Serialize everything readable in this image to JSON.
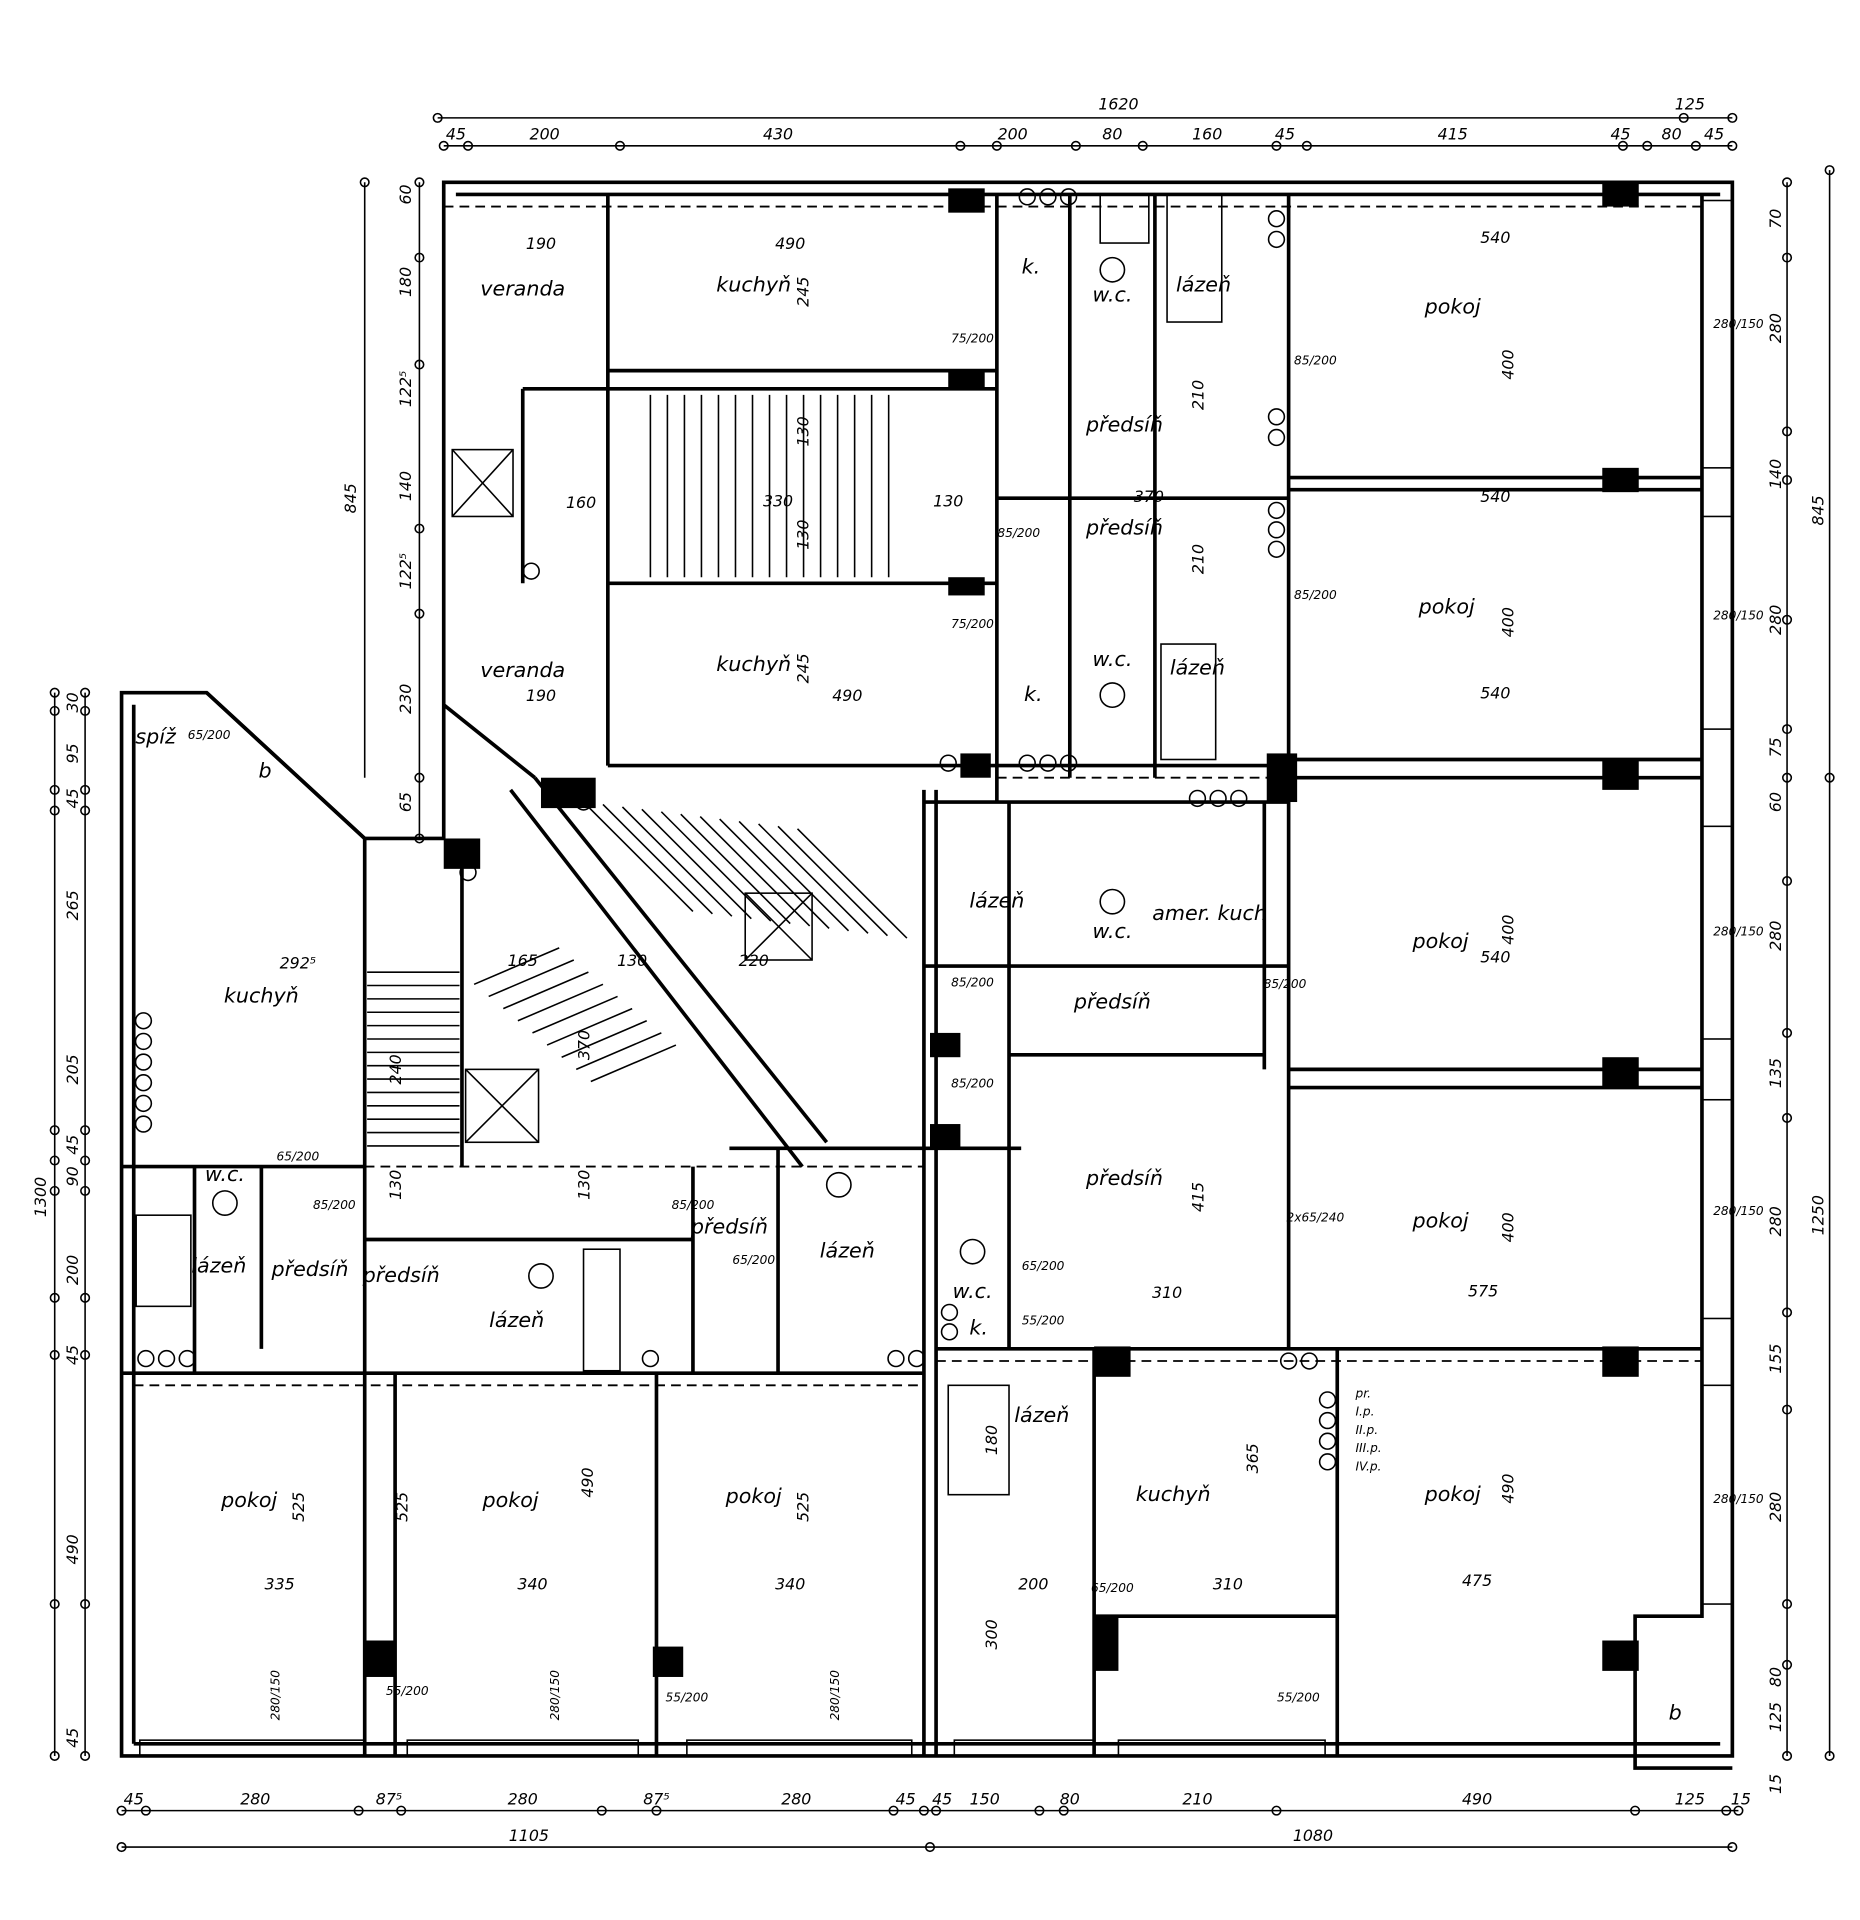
{
  "rooms": [
    "veranda",
    "kuchyň",
    "k.",
    "w.c.",
    "lázeň",
    "pokoj",
    "předsíň",
    "předsíň",
    "pokoj",
    "veranda",
    "kuchyň",
    "w.c.",
    "k.",
    "lázeň",
    "spíž",
    "kuchyň",
    "lázeň",
    "amer. kuch",
    "w.c.",
    "pokoj",
    "předsíň",
    "předsíň",
    "pokoj",
    "w.c.",
    "lázeň",
    "předsíň",
    "předsíň",
    "lázeň",
    "předsíň",
    "lázeň",
    "w.c.",
    "k.",
    "lázeň",
    "kuchyň",
    "pokoj",
    "pokoj",
    "pokoj",
    "pokoj",
    "b",
    "b"
  ],
  "dimensions": {
    "top_total": "1620",
    "top_right": "125",
    "top_row": [
      "45",
      "200",
      "430",
      "200",
      "80",
      "160",
      "45",
      "415",
      "45",
      "80",
      "45"
    ],
    "bottom_row": [
      "45",
      "280",
      "87⁵",
      "280",
      "87⁵",
      "280",
      "45",
      "45",
      "150",
      "80",
      "210",
      "490",
      "125",
      "15"
    ],
    "bottom_total": [
      "1105",
      "1080"
    ],
    "left_outer": "1300",
    "left_col": [
      "30",
      "95",
      "45",
      "265",
      "205",
      "45",
      "90",
      "200",
      "45",
      "490",
      "45"
    ],
    "upper_left_total": "845",
    "upper_left_col": [
      "60",
      "180",
      "122⁵",
      "140",
      "122⁵",
      "230",
      "65"
    ],
    "right_col": [
      "70",
      "280",
      "140",
      "280",
      "75",
      "60",
      "280",
      "135",
      "280",
      "155",
      "280",
      "80",
      "125",
      "15"
    ],
    "right_outer": [
      "845",
      "1250"
    ],
    "windows_right": [
      "280/150",
      "280/150",
      "280/150",
      "280/150",
      "280/150"
    ],
    "windows_bottom": [
      "280/150",
      "280/150",
      "280/150"
    ],
    "interior": [
      "190",
      "490",
      "540",
      "540",
      "540",
      "540",
      "575",
      "475",
      "335",
      "340",
      "340",
      "200",
      "310",
      "310",
      "330",
      "160",
      "130",
      "370",
      "190",
      "490",
      "292⁵",
      "400",
      "400",
      "400",
      "400",
      "490",
      "525",
      "525",
      "490",
      "525",
      "365",
      "415",
      "245",
      "245",
      "130",
      "130",
      "210",
      "210",
      "165",
      "130",
      "220",
      "370",
      "240",
      "130",
      "130",
      "300",
      "180"
    ],
    "doors": [
      "85/200",
      "85/200",
      "85/200",
      "2x65/240",
      "85/200",
      "85/200",
      "85/200",
      "75/200",
      "75/200",
      "65/200",
      "65/200",
      "85/200",
      "85/200",
      "65/200",
      "65/200",
      "55/200",
      "55/200",
      "55/200",
      "55/200",
      "65/200"
    ]
  },
  "chimney_labels": [
    "pr.",
    "I.p.",
    "II.p.",
    "III.p.",
    "IV.p."
  ]
}
